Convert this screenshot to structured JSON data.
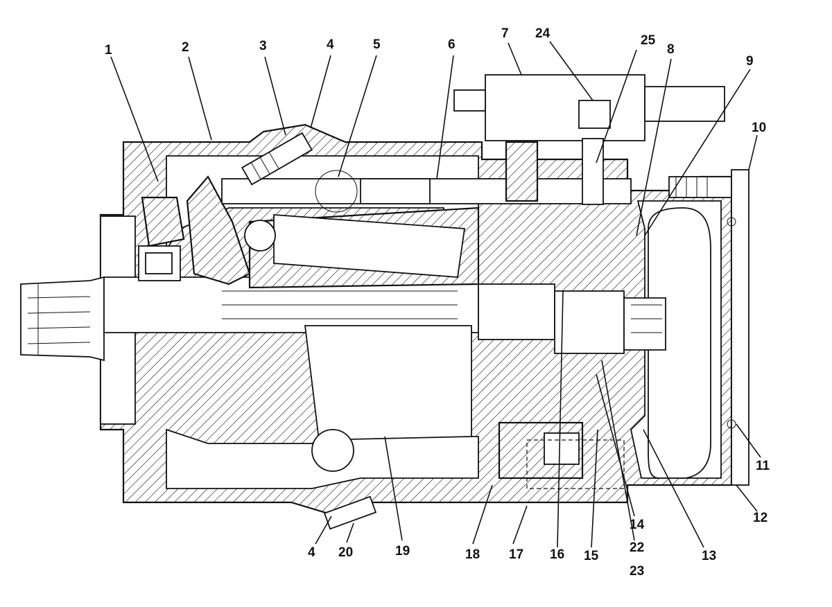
{
  "diagram": {
    "callouts": [
      {
        "id": "c1",
        "label": "1"
      },
      {
        "id": "c2",
        "label": "2"
      },
      {
        "id": "c3",
        "label": "3"
      },
      {
        "id": "c4a",
        "label": "4"
      },
      {
        "id": "c5",
        "label": "5"
      },
      {
        "id": "c6",
        "label": "6"
      },
      {
        "id": "c7",
        "label": "7"
      },
      {
        "id": "c24",
        "label": "24"
      },
      {
        "id": "c25",
        "label": "25"
      },
      {
        "id": "c8",
        "label": "8"
      },
      {
        "id": "c9",
        "label": "9"
      },
      {
        "id": "c10",
        "label": "10"
      },
      {
        "id": "c11",
        "label": "11"
      },
      {
        "id": "c12",
        "label": "12"
      },
      {
        "id": "c13",
        "label": "13"
      },
      {
        "id": "c14",
        "label": "14"
      },
      {
        "id": "c22",
        "label": "22"
      },
      {
        "id": "c23",
        "label": "23"
      },
      {
        "id": "c15",
        "label": "15"
      },
      {
        "id": "c16",
        "label": "16"
      },
      {
        "id": "c17",
        "label": "17"
      },
      {
        "id": "c18",
        "label": "18"
      },
      {
        "id": "c19",
        "label": "19"
      },
      {
        "id": "c20",
        "label": "20"
      },
      {
        "id": "c4b",
        "label": "4"
      }
    ]
  }
}
